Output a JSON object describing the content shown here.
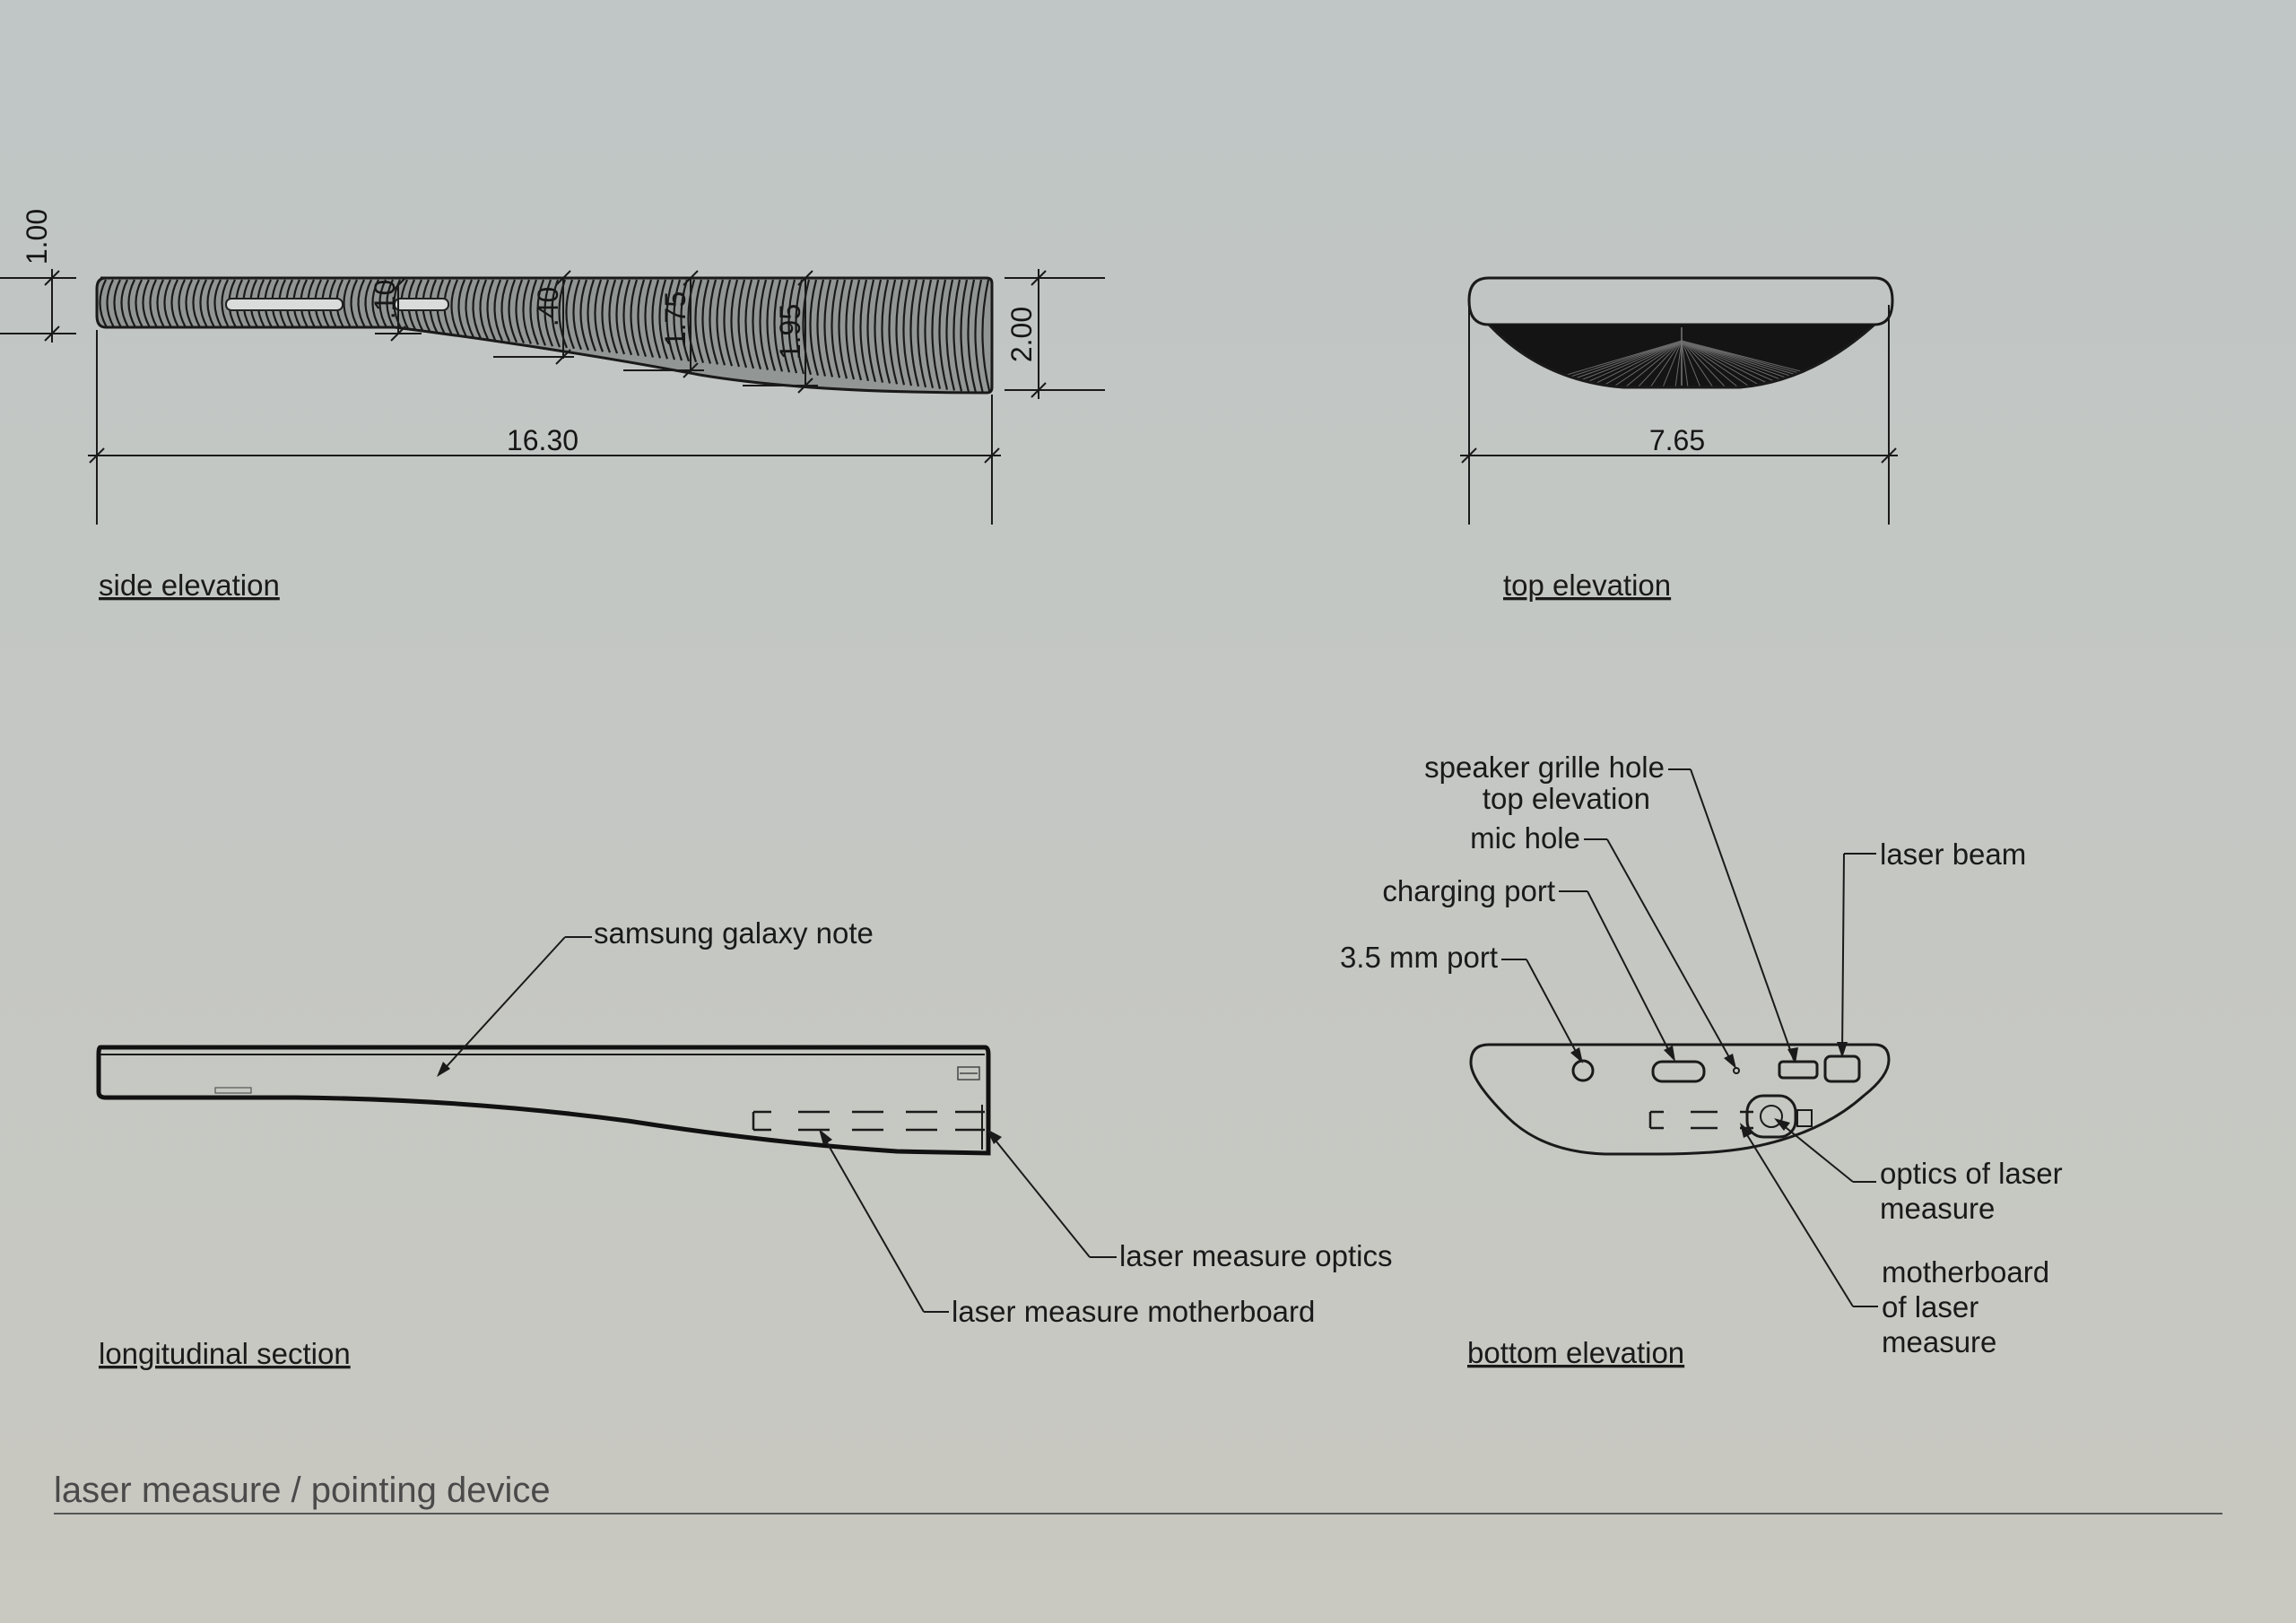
{
  "dimensions": {
    "side_top_offset": "1.00",
    "slot_a": ".10",
    "slot_b": ".40",
    "slot_c": "1.75",
    "slot_d": "1.95",
    "side_height": "2.00",
    "side_length": "16.30",
    "top_width": "7.65"
  },
  "captions": {
    "side": "side elevation",
    "top": "top elevation",
    "section": "longitudinal section",
    "bottom": "bottom elevation"
  },
  "section_labels": {
    "phone": "samsung galaxy note",
    "optics": "laser measure optics",
    "motherboard": "laser measure motherboard"
  },
  "bottom_labels": {
    "speaker_1": "speaker grille hole",
    "speaker_2": "top elevation",
    "mic": "mic hole",
    "charging": "charging port",
    "jack": "3.5 mm port",
    "laser": "laser beam",
    "optics_1": "optics of laser",
    "optics_2": "measure",
    "mb_1": "motherboard",
    "mb_2": "of laser",
    "mb_3": "measure"
  },
  "title": "laser measure / pointing device"
}
